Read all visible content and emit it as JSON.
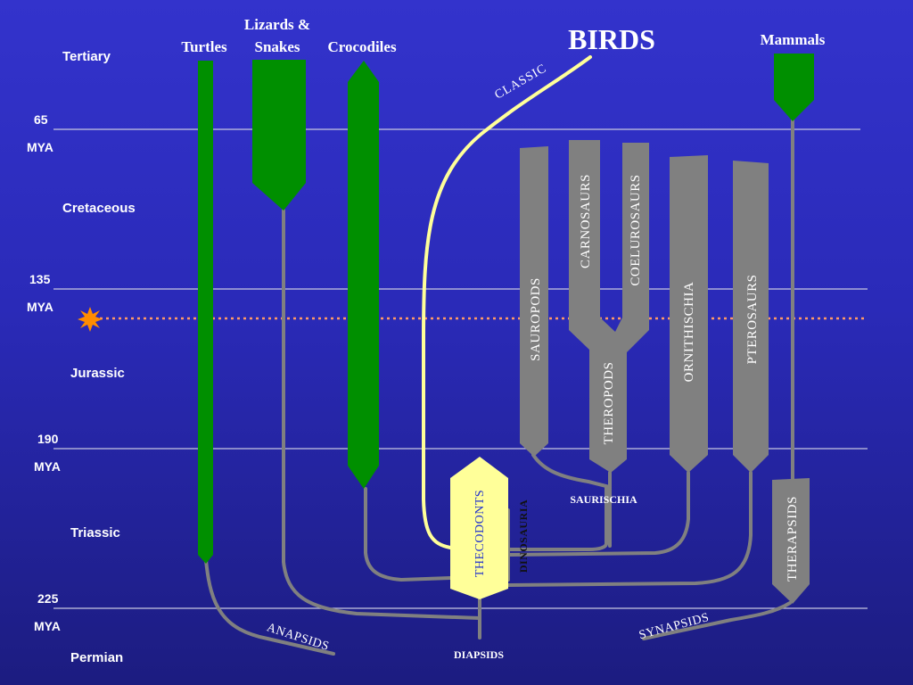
{
  "periods": [
    "Tertiary",
    "Cretaceous",
    "Jurassic",
    "Triassic",
    "Permian"
  ],
  "boundaries": [
    {
      "value": "65",
      "unit": "MYA"
    },
    {
      "value": "135",
      "unit": "MYA"
    },
    {
      "value": "190",
      "unit": "MYA"
    },
    {
      "value": "225",
      "unit": "MYA"
    }
  ],
  "top_labels": {
    "turtles": "Turtles",
    "lizards_line1": "Lizards &",
    "lizards_line2": "Snakes",
    "crocodiles": "Crocodiles",
    "birds": "BIRDS",
    "mammals": "Mammals"
  },
  "groups": {
    "sauropods": "SAUROPODS",
    "carnosaurs": "CARNOSAURS",
    "coelurosaurs": "COELUROSAURS",
    "theropods": "THEROPODS",
    "ornithischia": "ORNITHISCHIA",
    "pterosaurs": "PTEROSAURS",
    "thecodonts": "THECODONTS",
    "dinosauria": "DINOSAURIA",
    "therapsids": "THERAPSIDS"
  },
  "clades": {
    "saurischia": "SAURISCHIA",
    "diapsids": "DIAPSIDS",
    "anapsids": "ANAPSIDS",
    "synapsids": "SYNAPSIDS",
    "classic": "CLASSIC"
  },
  "colors": {
    "background_top": "#3333cc",
    "background_bottom": "#1c1c80",
    "green": "#008f00",
    "gray": "#808080",
    "thecodont_yellow": "#ffff99",
    "classic_line": "#ffff99",
    "event_line": "#ff9966",
    "event_marker": "#ff8c00"
  },
  "icons": {
    "event_marker": "starburst-icon"
  }
}
